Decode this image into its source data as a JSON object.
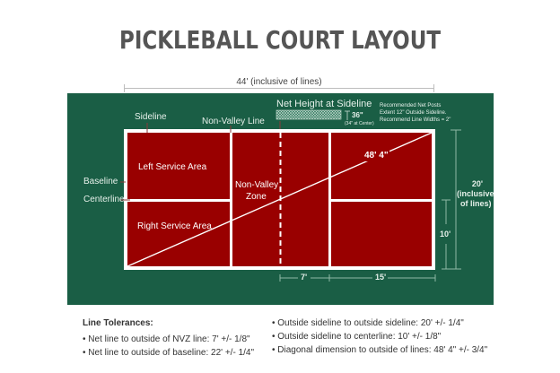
{
  "title": "PICKLEBALL COURT LAYOUT",
  "dimensions": {
    "top_width": "44' (inclusive of lines)",
    "right_height_value": "20'",
    "right_height_note_1": "(inclusive",
    "right_height_note_2": "of lines)",
    "half_width": "10'",
    "nvz_depth": "7'",
    "service_depth": "15'",
    "diagonal": "48' 4\""
  },
  "net": {
    "label": "Net Height at Sideline",
    "height_sideline": "36\"",
    "height_center": "(34\" at Center)"
  },
  "recommendations": [
    "Recommended Net Posts",
    "Extent 12\" Outside Sideline.",
    "Recommend Line Widths = 2\""
  ],
  "labels": {
    "sideline": "Sideline",
    "non_valley_line": "Non-Valley Line",
    "baseline": "Baseline",
    "centerline": "Centerline",
    "left_service_area": "Left Service Area",
    "right_service_area": "Right Service Area",
    "non_valley_zone_1": "Non-Valley",
    "non_valley_zone_2": "Zone"
  },
  "tolerances": {
    "heading": "Line Tolerances:",
    "left": [
      "• Net line to outside of NVZ line: 7' +/- 1/8\"",
      "• Net line to outside of baseline: 22' +/- 1/4\""
    ],
    "right": [
      "• Outside sideline to outside sideline: 20' +/- 1/4\"",
      "• Outside sideline to centerline: 10' +/- 1/8\"",
      "• Diagonal dimension to outside of lines: 48' 4\" +/- 3/4\""
    ]
  },
  "colors": {
    "field": "#1a5e45",
    "court": "#990000",
    "lines": "#ffffff",
    "title": "#555555"
  }
}
